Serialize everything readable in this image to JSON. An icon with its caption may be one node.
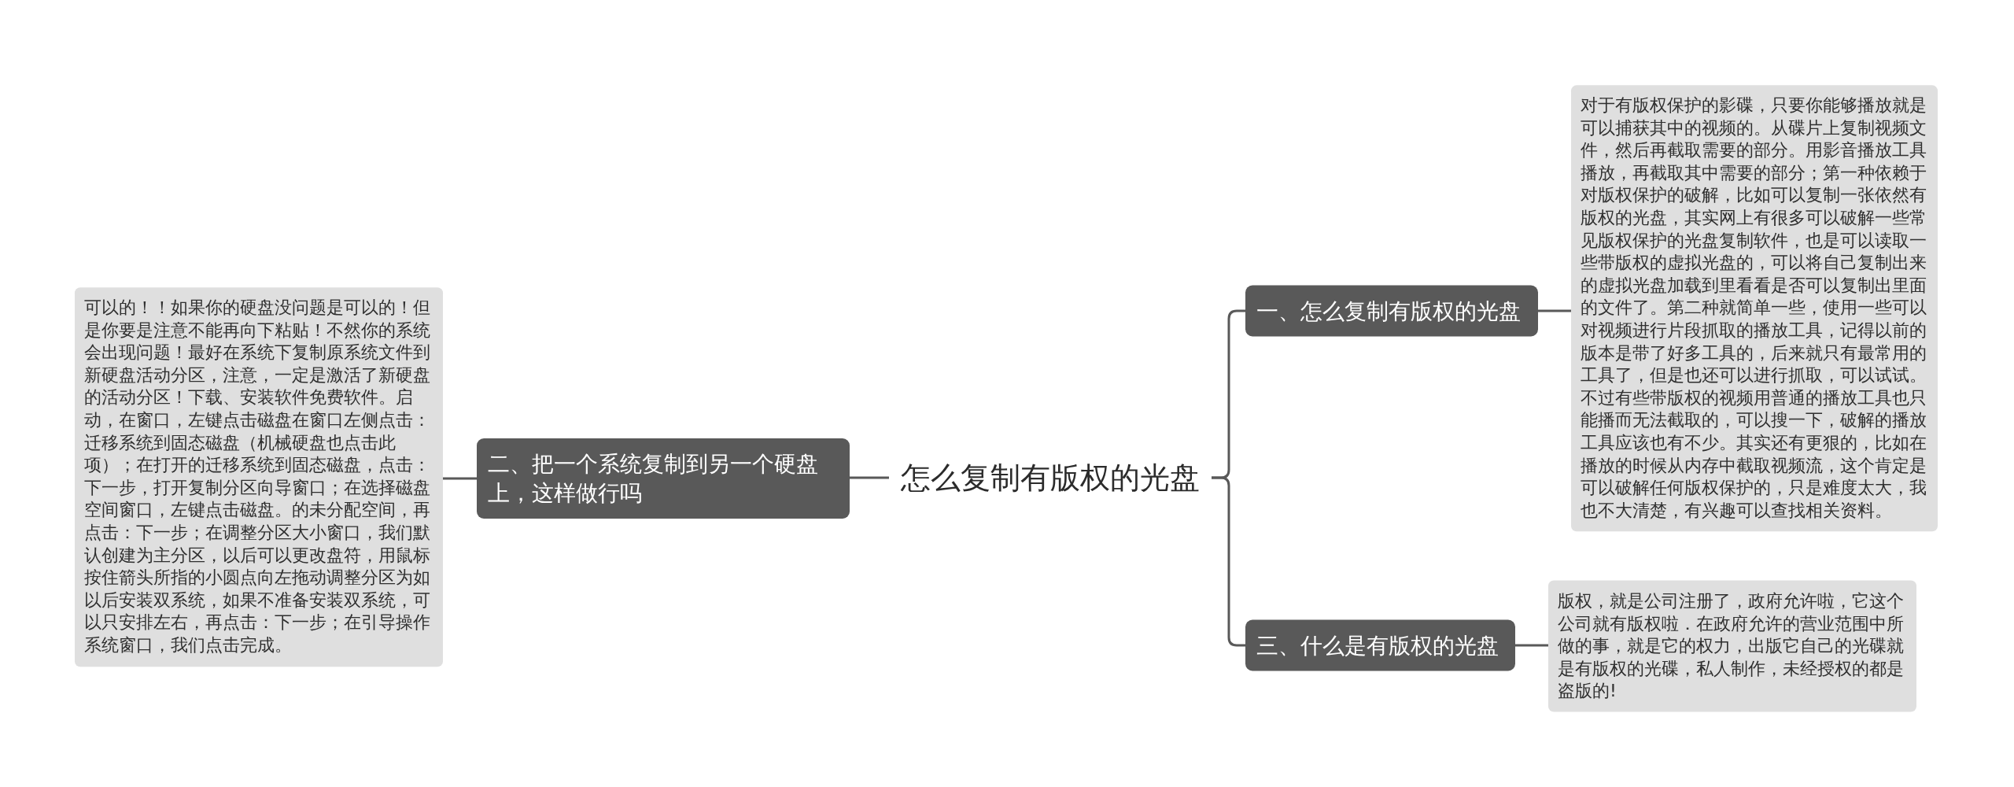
{
  "diagram": {
    "nodes": [
      {
        "text": [
          "怎么复制有版权的光盘"
        ]
      },
      {
        "text": [
          "一、怎么复制有版权的光盘"
        ]
      },
      {
        "text": [
          "对于有版权保护的影碟，只要你能够播放就是可以捕获其中的视频的。从碟片上复制视频文件，然后再截取需要的部分。用影音播放工具播放，再截取其中需要的部分；第一种依赖于对版权保护的破解，比如可以复制一张依然有版权的光盘，其实网上有很多可以破解一些常见版权保护的光盘复制软件，也是可以读取一些带版权的虚拟光盘的，可以将自己复制出来的虚拟光盘加载到里看看是否可以复制出里面的文件了。第二种就简单一些，使用一些可以对视频进行片段抓取的播放工具，记得以前的版本是带了好多工具的，后来就只有最常用的工具了，但是也还可以进行抓取，可以试试。不过有些带版权的视频用普通的播放工具也只能播而无法截取的，可以搜一下，破解的播放工具应该也有不少。其实还有更狠的，比如在播放的时候从内存中截取视频流，这个肯定是可以破解任何版权保护的，只是难度太大，我也不大清楚，有兴趣可以查找相关资料。"
        ]
      },
      {
        "text": [
          "二、把一个系统复制到另一个硬盘上，这样做行吗"
        ]
      },
      {
        "text": [
          "可以的！！如果你的硬盘没问题是可以的！但是你要是注意不能再向下粘贴！不然你的系统会出现问题！最好在系统下复制原系统文件到新硬盘活动分区，注意，一定是激活了新硬盘的活动分区！下载、安装软件免费软件。启动，在窗口，左键点击磁盘在窗口左侧点击：迁移系统到固态磁盘（机械硬盘也点击此项）；在打开的迁移系统到固态磁盘，点击：下一步，打开复制分区向导窗口；在选择磁盘空间窗口，左键点击磁盘。的未分配空间，再点击：下一步；在调整分区大小窗口，我们默认创建为主分区，以后可以更改盘符，用鼠标按住箭头所指的小圆点向左拖动调整分区为如以后安装双系统，如果不准备安装双系统，可以只安排左右，再点击：下一步；在引导操作系统窗口，我们点击完成。"
        ]
      },
      {
        "text": [
          "三、什么是有版权的光盘"
        ]
      },
      {
        "text": [
          "版权，就是公司注册了，政府允许啦，它这个公司就有版权啦．在政府允许的营业范围中所做的事，就是它的权力，出版它自己的光碟就是有版权的光碟，私人制作，未经授权的都是盗版的!"
        ]
      }
    ],
    "edges": [
      {
        "from": 0,
        "to": 1,
        "arrow": "none"
      },
      {
        "from": 1,
        "to": 2,
        "arrow": "none"
      },
      {
        "from": 0,
        "to": 3,
        "arrow": "none"
      },
      {
        "from": 3,
        "to": 4,
        "arrow": "none"
      },
      {
        "from": 0,
        "to": 5,
        "arrow": "none"
      },
      {
        "from": 5,
        "to": 6,
        "arrow": "none"
      }
    ]
  }
}
